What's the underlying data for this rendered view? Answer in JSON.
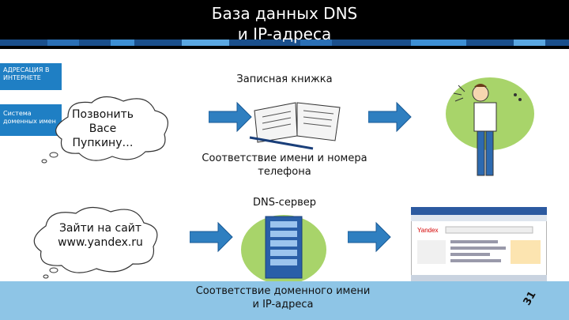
{
  "header": {
    "title_line1": "База данных DNS",
    "title_line2": "и IP-адреса"
  },
  "sidebar": {
    "item1": "АДРЕСАЦИЯ В ИНТЕРНЕТЕ",
    "item2": "Система доменных имен"
  },
  "row1": {
    "cloud_line1": "Позвонить",
    "cloud_line2": "Васе",
    "cloud_line3": "Пупкину…",
    "center_title": "Записная книжка",
    "caption_line1": "Соответствие имени и номера",
    "caption_line2": "телефона"
  },
  "row2": {
    "cloud_line1": "Зайти на сайт",
    "cloud_line2": "www.yandex.ru",
    "center_title": "DNS-сервер",
    "caption_line1": "Соответствие доменного имени",
    "caption_line2": "и IP-адреса",
    "browser_logo": "Yandex"
  },
  "footer": {
    "page_number": "31"
  },
  "colors": {
    "accent_blue": "#1f7fc4",
    "arrow_blue": "#2f7fc0",
    "footer_blue": "#8ec5e6"
  }
}
